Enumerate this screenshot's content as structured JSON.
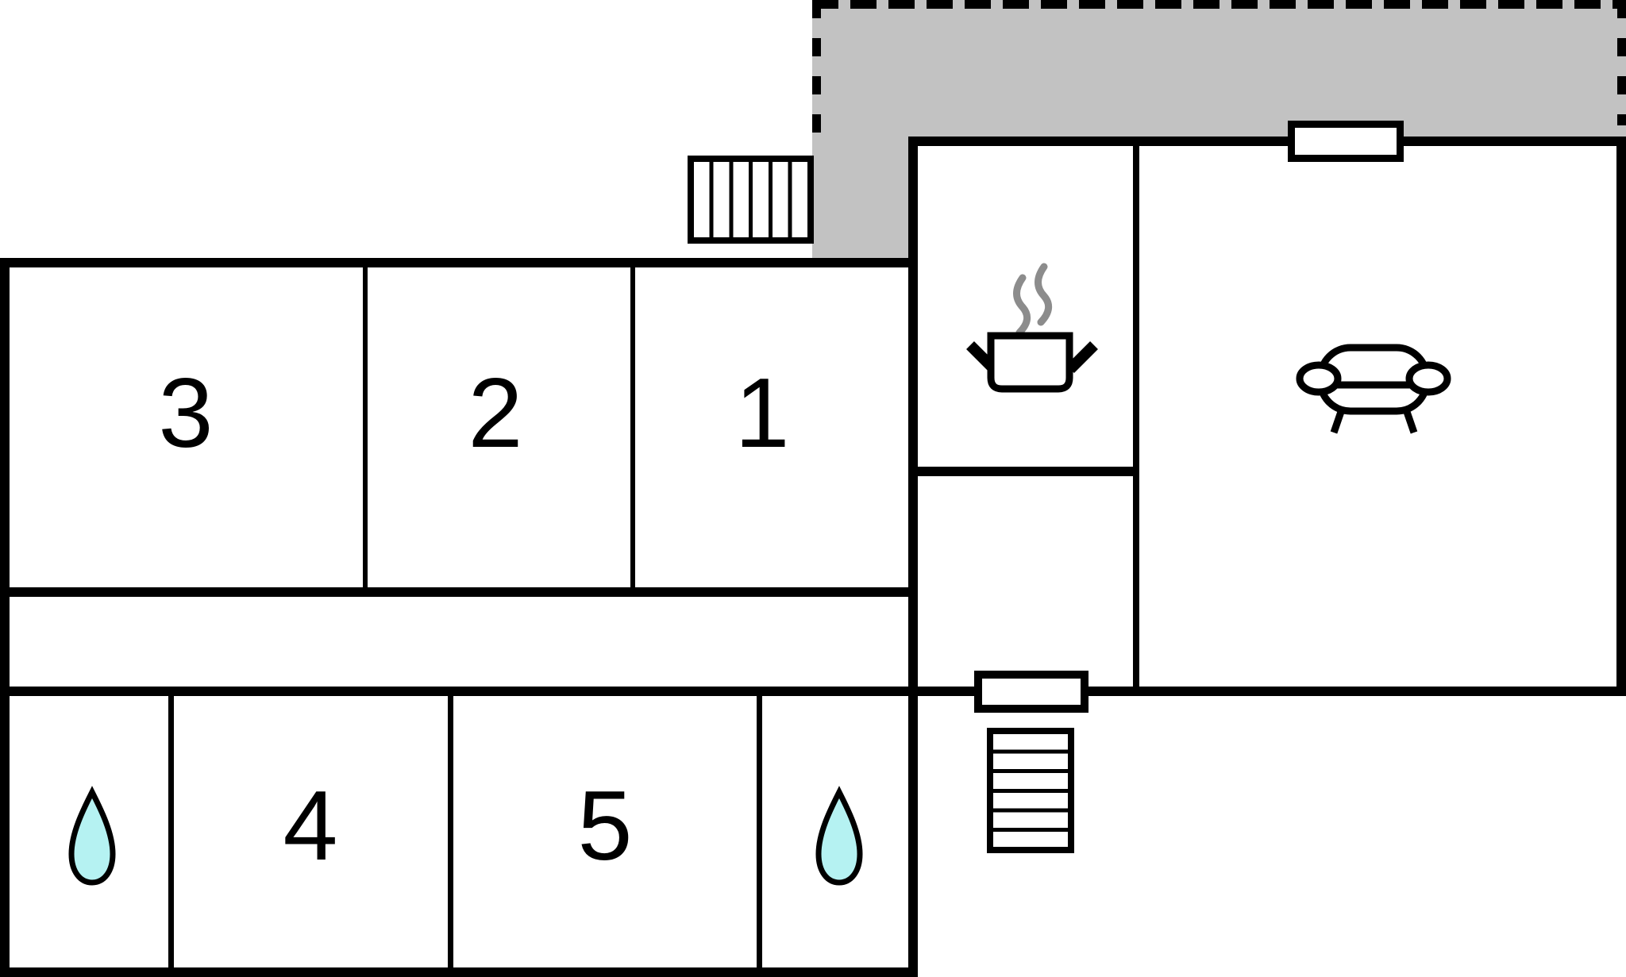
{
  "plan": {
    "type": "holiday-home floor plan",
    "floor_label": ""
  },
  "colors": {
    "background": "#ffffff",
    "wall": "#000000",
    "terrace": "#c2c2c2",
    "water_drop": "#b5f2f2",
    "steam": "#8c8c8c",
    "window_fill": "#ffffff"
  },
  "rooms": {
    "room1": {
      "label": "1"
    },
    "room2": {
      "label": "2"
    },
    "room3": {
      "label": "3"
    },
    "room4": {
      "label": "4"
    },
    "room5": {
      "label": "5"
    },
    "kitchen": {
      "label": ""
    },
    "living_room": {
      "label": ""
    },
    "hall": {
      "label": ""
    },
    "corridor": {
      "label": ""
    },
    "bathroom_left": {
      "label": ""
    },
    "bathroom_right": {
      "label": ""
    },
    "terrace": {
      "label": ""
    }
  },
  "icons": {
    "stove_pot": "cooking-pot-with-steam",
    "sofa": "sofa",
    "water_drop_left": "water-drop",
    "water_drop_right": "water-drop",
    "stairs_top": "exterior-stairs-vertical-treads",
    "stairs_bottom": "exterior-stairs-horizontal-treads",
    "window_top": "window",
    "door_bottom": "entrance-window"
  }
}
